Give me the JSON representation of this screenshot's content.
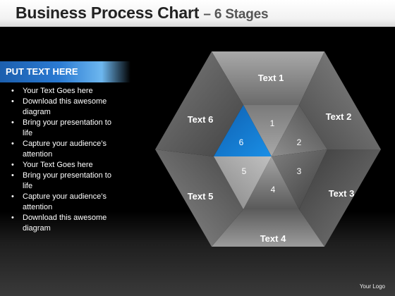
{
  "header": {
    "title": "Business Process Chart",
    "subtitle": "– 6 Stages"
  },
  "panel": {
    "banner": "PUT TEXT HERE",
    "bullets": [
      "Your Text Goes here",
      "Download this awesome diagram",
      "Bring your presentation to life",
      "Capture your audience’s attention",
      "Your Text Goes here",
      "Bring your presentation to life",
      "Capture your audience’s attention",
      "Download this awesome diagram"
    ]
  },
  "diagram": {
    "segments": [
      {
        "label": "Text 1",
        "number": "1"
      },
      {
        "label": "Text 2",
        "number": "2"
      },
      {
        "label": "Text 3",
        "number": "3"
      },
      {
        "label": "Text 4",
        "number": "4"
      },
      {
        "label": "Text 5",
        "number": "5"
      },
      {
        "label": "Text 6",
        "number": "6"
      }
    ],
    "highlighted_segment": "6",
    "highlight_color": "#1a8fe6"
  },
  "footer": {
    "logo": "Your Logo"
  }
}
